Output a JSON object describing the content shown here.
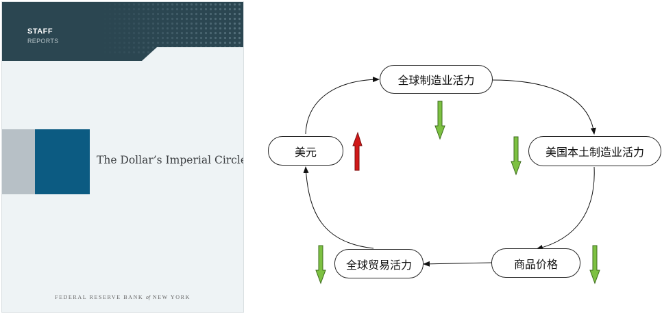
{
  "cover": {
    "header_line1": "STAFF",
    "header_line2": "REPORTS",
    "title": "The Dollar’s Imperial Circle",
    "footer": "FEDERAL RESERVE BANK of NEW YORK"
  },
  "diagram": {
    "nodes": {
      "global_manufacturing": "全球制造业活力",
      "us_manufacturing": "美国本土制造业活力",
      "commodity_prices": "商品价格",
      "global_trade": "全球贸易活力",
      "dollar": "美元"
    },
    "indicators": {
      "global_manufacturing": "down",
      "us_manufacturing": "down",
      "commodity_prices": "down",
      "global_trade": "down",
      "dollar": "up"
    },
    "colors": {
      "up": "#d01818",
      "down": "#7dc142",
      "edge": "#111111"
    }
  }
}
